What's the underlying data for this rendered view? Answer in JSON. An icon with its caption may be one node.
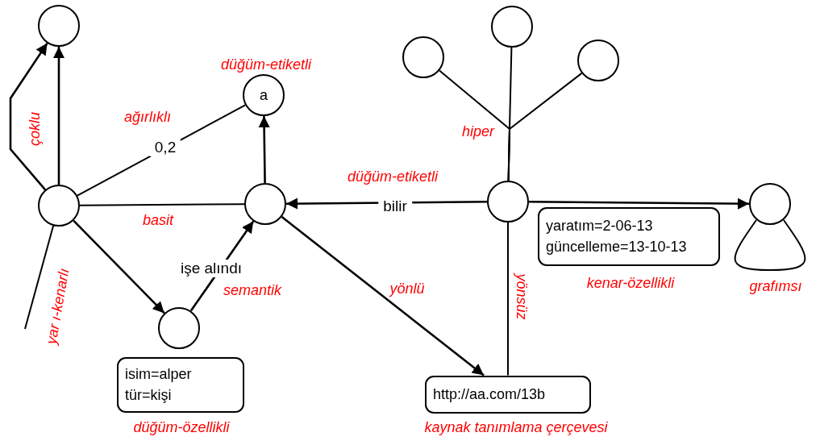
{
  "diagram": {
    "nodes": [
      {
        "text": [],
        "shape": "circle"
      },
      {
        "text": [],
        "shape": "circle"
      },
      {
        "text": [
          "a"
        ]
      },
      {
        "text": [],
        "shape": "circle"
      },
      {
        "text": [],
        "shape": "circle"
      },
      {
        "text": [
          "isim=alper",
          "tür=kişi"
        ]
      },
      {
        "text": [],
        "shape": "circle"
      },
      {
        "text": [],
        "shape": "circle"
      },
      {
        "text": [],
        "shape": "circle"
      },
      {
        "text": [],
        "shape": "circle"
      },
      {
        "text": [],
        "shape": "circle"
      },
      {
        "text": [
          "http://aa.com/13b"
        ]
      },
      {
        "text": [
          "yaratım=2-06-13",
          "güncelleme=13-10-13"
        ]
      }
    ],
    "edges": [
      {
        "from": 1,
        "to": 0,
        "arrow": "to"
      },
      {
        "from": 1,
        "to": 0,
        "arrow": "to"
      },
      {
        "from": 1,
        "to": 2,
        "arrow": "none",
        "label": "0,2"
      },
      {
        "from": 1,
        "to": 3,
        "arrow": "none"
      },
      {
        "from": 3,
        "to": 2,
        "arrow": "to"
      },
      {
        "from": 1,
        "to": null,
        "arrow": "none"
      },
      {
        "from": 1,
        "to": 4,
        "arrow": "to"
      },
      {
        "from": 4,
        "to": 3,
        "arrow": "to",
        "label": "işe alındı"
      },
      {
        "from": 6,
        "to": 3,
        "arrow": "to",
        "label": "bilir"
      },
      {
        "from": 3,
        "to": 11,
        "arrow": "to"
      },
      {
        "from": 6,
        "to": 11,
        "arrow": "none"
      },
      {
        "from": 6,
        "to": 10,
        "arrow": "to"
      },
      {
        "from": 10,
        "to": 10,
        "arrow": "none"
      },
      {
        "from": 7,
        "to": 6,
        "arrow": "none"
      },
      {
        "from": 8,
        "to": 6,
        "arrow": "none"
      },
      {
        "from": 9,
        "to": 6,
        "arrow": "none"
      }
    ],
    "labels": [
      "düğüm-etiketli",
      "ağırlıklı",
      "çoklu",
      "hiper",
      "düğüm-etiketli",
      "basit",
      "yönsüz",
      "kenar-özellikli",
      "grafımsı",
      "yar ı-kenarlı",
      "semantik",
      "yönlü",
      "düğüm-özellikli",
      "kaynak tanımlama çerçevesi"
    ]
  }
}
